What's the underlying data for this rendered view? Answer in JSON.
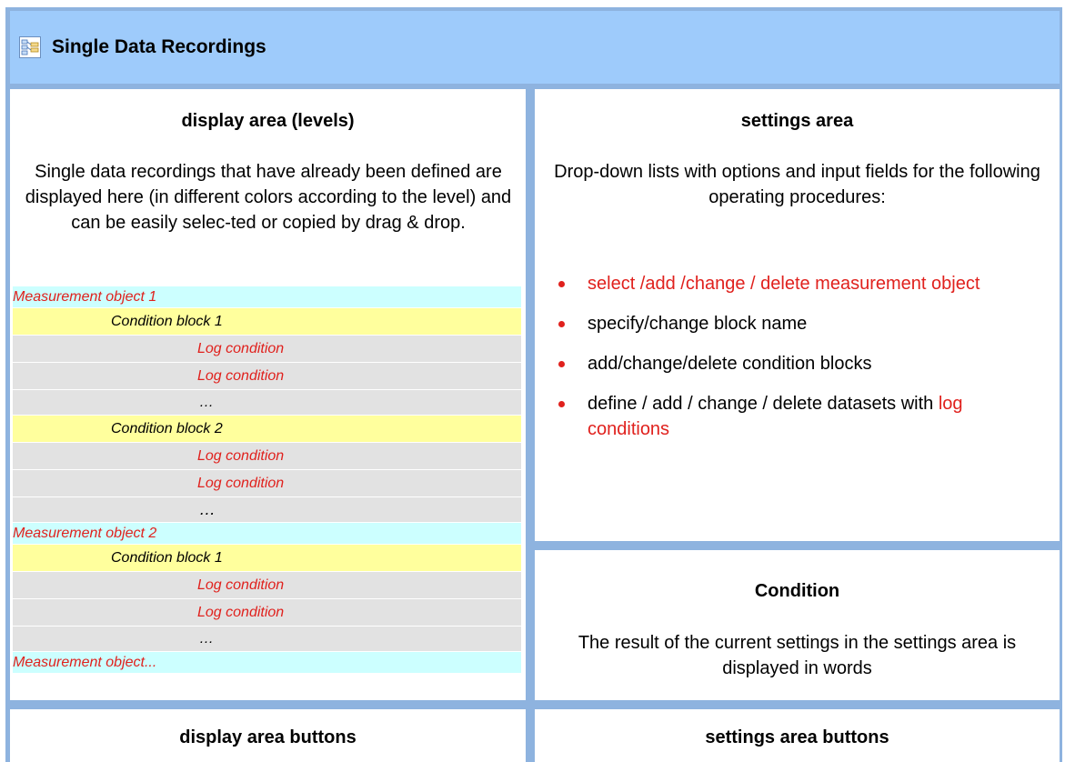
{
  "header": {
    "title": "Single Data Recordings",
    "icon": "diagram-icon"
  },
  "display_area": {
    "heading": "display area (levels)",
    "description": "Single data recordings that have already been defined are displayed here (in different colors according to the level) and can be easily selec-ted or copied by drag & drop.",
    "levels": [
      {
        "kind": "mo",
        "text": "Measurement object 1"
      },
      {
        "kind": "cb",
        "text": "Condition block 1"
      },
      {
        "kind": "lc",
        "text": "Log condition"
      },
      {
        "kind": "lc",
        "text": "Log condition"
      },
      {
        "kind": "dots",
        "text": "…"
      },
      {
        "kind": "cb",
        "text": "Condition block 2"
      },
      {
        "kind": "lc",
        "text": "Log condition"
      },
      {
        "kind": "lc",
        "text": "Log condition"
      },
      {
        "kind": "dots big",
        "text": "…"
      },
      {
        "kind": "mo",
        "text": "Measurement object 2"
      },
      {
        "kind": "cb",
        "text": "Condition block 1"
      },
      {
        "kind": "lc",
        "text": "Log condition"
      },
      {
        "kind": "lc",
        "text": "Log condition"
      },
      {
        "kind": "dots",
        "text": "…"
      },
      {
        "kind": "mo",
        "text": "Measurement object..."
      }
    ]
  },
  "settings_area": {
    "heading": "settings area",
    "description": "Drop-down lists with options and input fields for the following operating procedures:",
    "bullets": [
      {
        "parts": [
          {
            "text": "select /add /change / delete measurement object",
            "red": true
          }
        ]
      },
      {
        "parts": [
          {
            "text": "specify/change block name",
            "red": false
          }
        ]
      },
      {
        "parts": [
          {
            "text": "add/change/delete condition blocks",
            "red": false
          }
        ]
      },
      {
        "parts": [
          {
            "text": "define / add / change / delete datasets with ",
            "red": false
          },
          {
            "text": "log conditions",
            "red": true
          }
        ]
      }
    ]
  },
  "condition": {
    "heading": "Condition",
    "description": "The result of the current settings in the settings area is displayed in words"
  },
  "buttons": {
    "display_area_buttons": "display area buttons",
    "settings_area_buttons": "settings area buttons"
  },
  "colors": {
    "frame": "#8eb3df",
    "header": "#9ecbfb",
    "measurement_object": "#ccffff",
    "condition_block": "#ffff9d",
    "log_condition": "#e2e2e2",
    "accent_red": "#e0211d"
  }
}
